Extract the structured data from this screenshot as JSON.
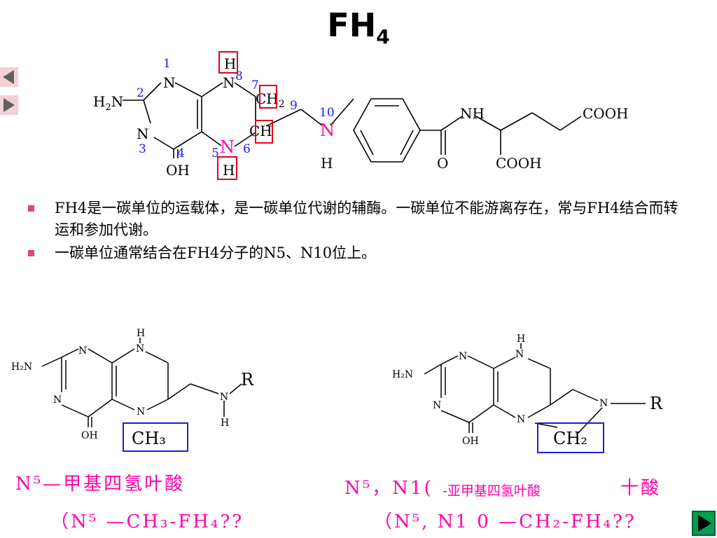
{
  "title": {
    "main": "FH",
    "sub": "4"
  },
  "nav": {
    "prev": "prev-arrow",
    "next": "next-arrow",
    "end": "next-green-arrow"
  },
  "main_structure": {
    "atoms": {
      "h2n": "H",
      "h2n_sub": "2",
      "h2n_n": "N",
      "n1": "N",
      "n3": "N",
      "n8": "N",
      "n5": "N",
      "n10": "N",
      "h8": "H",
      "h5": "H",
      "h10": "H",
      "ch2": "CH",
      "ch2_sub": "2",
      "ch": "CH",
      "oh": "OH",
      "nh": "NH",
      "o": "O",
      "cooh1": "COOH",
      "cooh2": "COOH"
    },
    "numbers": [
      "1",
      "2",
      "3",
      "4",
      "5",
      "6",
      "7",
      "8",
      "9",
      "10"
    ]
  },
  "bullets": [
    "FH4是一碳单位的运载体，是一碳单位代谢的辅酶。一碳单位不能游离存在，常与FH4结合而转运和参加代谢。",
    "一碳单位通常结合在FH4分子的N5、N10位上。"
  ],
  "left_structure": {
    "h2n": "H₂N",
    "n1": "N",
    "n3": "N",
    "n8": "N",
    "h8": "H",
    "n5": "N",
    "n10": "N",
    "h10": "H",
    "r": "R",
    "oh": "OH",
    "box": "CH₃"
  },
  "right_structure": {
    "h2n": "H₂N",
    "n1": "N",
    "n3": "N",
    "n8": "N",
    "h8": "H",
    "n5": "N",
    "n10": "N",
    "r": "R",
    "oh": "OH",
    "box": "CH₂"
  },
  "captions": {
    "left_line1": "N⁵—甲基四氢叶酸",
    "left_line2": "（N⁵ —CH₃-FH₄??",
    "right_line1": "N⁵，N1(",
    "right_overlay": "-亚甲基四氢叶酸",
    "right_line1_tail": "十酸",
    "right_line2": "（N⁵, N1 0 —CH₂-FH₄??"
  },
  "colors": {
    "label_blue": "#1a1aff",
    "highlight": "#ff00aa",
    "box_red": "#e0001a",
    "box_blue": "#2020d0",
    "bullet": "#e0447a"
  }
}
